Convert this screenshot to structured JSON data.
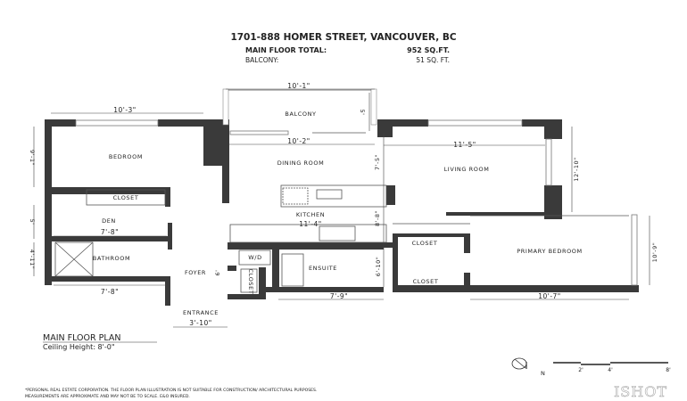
{
  "header": {
    "address": "1701-888 HOMER STREET, VANCOUVER, BC",
    "main_floor_label": "MAIN FLOOR TOTAL:",
    "main_floor_value": "952 SQ.FT.",
    "balcony_label": "BALCONY:",
    "balcony_value": "51 SQ. FT."
  },
  "rooms": {
    "balcony": "BALCONY",
    "bedroom": "BEDROOM",
    "closet_bedroom": "CLOSET",
    "den": "DEN",
    "bathroom": "BATHROOM",
    "dining": "DINING ROOM",
    "kitchen": "KITCHEN",
    "foyer": "FOYER",
    "entrance": "ENTRANCE",
    "wd": "W/D",
    "closet_foyer": "CLOSET",
    "ensuite": "ENSUITE",
    "living": "LIVING ROOM",
    "closet_primary_1": "CLOSET",
    "closet_primary_2": "CLOSET",
    "primary_bedroom": "PRIMARY BEDROOM"
  },
  "dimensions": {
    "balcony_width": "10'-1\"",
    "balcony_depth": "5'",
    "bedroom_width": "10'-3\"",
    "bedroom_depth": "9'-1\"",
    "den_depth": "5'",
    "den_width": "7'-8\"",
    "bathroom_depth": "4'-11\"",
    "bathroom_width": "7'-8\"",
    "dining_width": "10'-2\"",
    "dining_depth": "7'-5\"",
    "kitchen_width": "11'-4\"",
    "kitchen_depth": "8'-8\"",
    "foyer_depth": "6'",
    "entrance_width": "3'-10\"",
    "ensuite_width": "7'-9\"",
    "ensuite_depth": "6'-10\"",
    "living_width": "11'-5\"",
    "living_depth": "12'-10\"",
    "primary_width": "10'-7\"",
    "primary_depth": "10'-9\""
  },
  "plan_title": "MAIN FLOOR PLAN",
  "ceiling_height": "Ceiling Height: 8'-0\"",
  "compass_label": "N",
  "scale": {
    "labels": [
      "2'",
      "4'",
      "8'"
    ]
  },
  "disclaimer": [
    "*PERSONAL REAL ESTATE CORPORATION. THE FLOOR PLAN ILLUSTRATION IS NOT SUITABLE FOR CONSTRUCTION/ ARCHITECTURAL PURPOSES.",
    "MEASUREMENTS ARE APPROXIMATE AND MAY NOT BE TO SCALE. E&O INSURED."
  ],
  "logo": "ISHOT"
}
